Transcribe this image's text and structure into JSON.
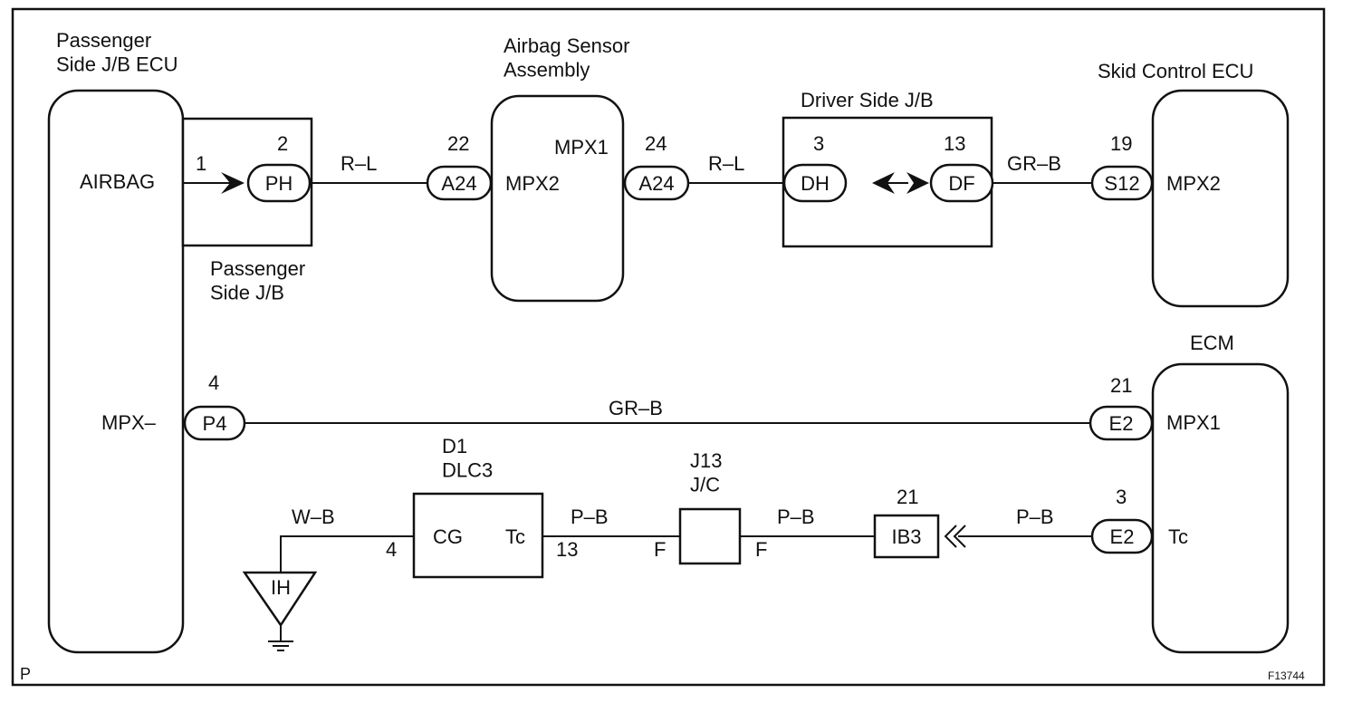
{
  "components": {
    "passenger_ecu": "Passenger\nSide J/B ECU",
    "airbag_sensor": "Airbag Sensor\nAssembly",
    "driver_jb": "Driver Side J/B",
    "skid_ecu": "Skid Control ECU",
    "passenger_jb": "Passenger\nSide J/B",
    "ecm": "ECM",
    "dlc3": "D1\nDLC3",
    "jc": "J13\nJ/C"
  },
  "terminals": {
    "airbag": "AIRBAG",
    "mpx_minus": "MPX–",
    "mpx1_sensor": "MPX1",
    "mpx2_sensor": "MPX2",
    "mpx2_skid": "MPX2",
    "mpx1_ecm": "MPX1",
    "tc_ecm": "Tc",
    "cg": "CG",
    "tc_dlc": "Tc"
  },
  "connectors": {
    "ph": "PH",
    "a24_in": "A24",
    "a24_out": "A24",
    "dh": "DH",
    "df": "DF",
    "s12": "S12",
    "p4": "P4",
    "e2_top": "E2",
    "e2_bot": "E2",
    "ib3": "IB3",
    "ih": "IH"
  },
  "pins": {
    "p1": "1",
    "p2": "2",
    "p22": "22",
    "p24": "24",
    "p3_driver": "3",
    "p13_driver": "13",
    "p19": "19",
    "p4_pass": "4",
    "p21_ecm": "21",
    "p3_ecm": "3",
    "p21_ib3": "21",
    "p4_dlc": "4",
    "p13_dlc": "13",
    "f_left": "F",
    "f_right": "F"
  },
  "wires": {
    "rl_1": "R–L",
    "rl_2": "R–L",
    "grb_1": "GR–B",
    "grb_2": "GR–B",
    "wb": "W–B",
    "pb_1": "P–B",
    "pb_2": "P–B",
    "pb_3": "P–B"
  },
  "corner": {
    "page_mark": "P",
    "figure_id": "F13744"
  }
}
